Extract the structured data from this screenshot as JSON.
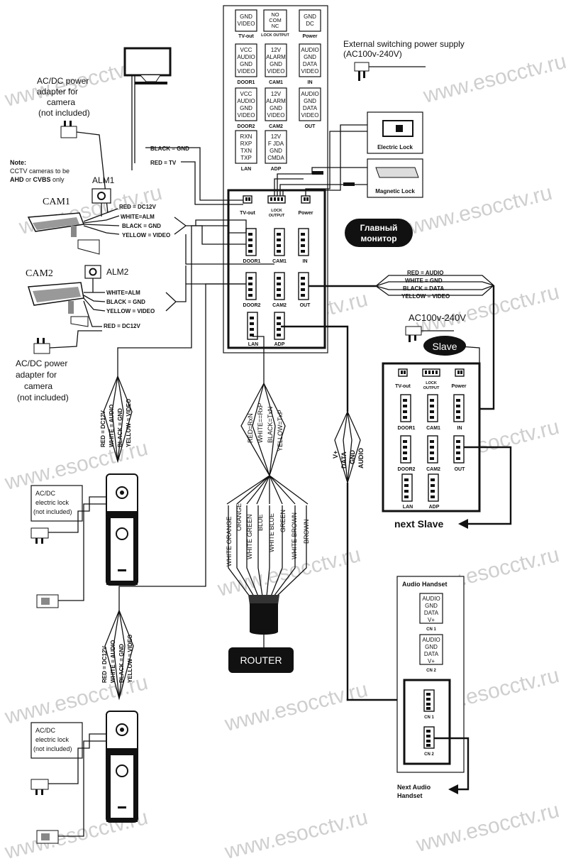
{
  "watermark": "www.esocctv.ru",
  "top_panel": {
    "blocks": [
      {
        "lines": [
          "GND",
          "VIDEO"
        ],
        "label": "TV-out"
      },
      {
        "lines": [
          "NO",
          "COM",
          "NC"
        ],
        "label": "LOCK OUTPUT"
      },
      {
        "lines": [
          "GND",
          "DC"
        ],
        "label": "Power"
      },
      {
        "lines": [
          "VCC",
          "AUDIO",
          "GND",
          "VIDEO"
        ],
        "label": "DOOR1"
      },
      {
        "lines": [
          "12V",
          "ALARM",
          "GND",
          "VIDEO"
        ],
        "label": "CAM1"
      },
      {
        "lines": [
          "AUDIO",
          "GND",
          "DATA",
          "VIDEO"
        ],
        "label": "IN"
      },
      {
        "lines": [
          "VCC",
          "AUDIO",
          "GND",
          "VIDEO"
        ],
        "label": "DOOR2"
      },
      {
        "lines": [
          "12V",
          "ALARM",
          "GND",
          "VIDEO"
        ],
        "label": "CAM2"
      },
      {
        "lines": [
          "AUDIO",
          "GND",
          "DATA",
          "VIDEO"
        ],
        "label": "OUT"
      },
      {
        "lines": [
          "RXN",
          "RXP",
          "TXN",
          "TXP"
        ],
        "label": "LAN"
      },
      {
        "lines": [
          "12V",
          "F JDA",
          "GND",
          "CMDA"
        ],
        "label": "ADP"
      }
    ]
  },
  "main_monitor": {
    "title_line1": "Главный",
    "title_line2": "монитор",
    "ports": {
      "tvout": "TV-out",
      "lock1": "LOCK",
      "lock2": "OUTPUT",
      "power": "Power",
      "door1": "DOOR1",
      "cam1": "CAM1",
      "in": "IN",
      "door2": "DOOR2",
      "cam2": "CAM2",
      "out": "OUT",
      "lan": "LAN",
      "adp": "ADP"
    }
  },
  "slave_monitor": {
    "title": "Slave",
    "ports": {
      "tvout": "TV-out",
      "lock1": "LOCK",
      "lock2": "OUTPUT",
      "power": "Power",
      "door1": "DOOR1",
      "cam1": "CAM1",
      "in": "IN",
      "door2": "DOOR2",
      "cam2": "CAM2",
      "out": "OUT",
      "lan": "LAN",
      "adp": "ADP"
    }
  },
  "texts": {
    "ext_power_1": "External switching power supply",
    "ext_power_2": "(AC100v-240V)",
    "acdc_cam_1": "AC/DC power",
    "acdc_cam_2": "adapter for",
    "acdc_cam_3": "camera",
    "acdc_cam_4": "(not included)",
    "note_title": "Note:",
    "note_line1": "CCTV cameras to be",
    "note_ahd": "AHD",
    "note_or": " or ",
    "note_cvbs": "CVBS",
    "note_only": " only",
    "black_gnd": "BLACK = GND",
    "red_tv": "RED = TV",
    "alm1": "ALM1",
    "cam1_label": "CAM1",
    "red_dc12v": "RED = DC12V",
    "white_alm": "WHITE=ALM",
    "black_gnd2": "BLACK = GND",
    "yellow_video": "YELLOW = VIDEO",
    "cam2_label": "CAM2",
    "alm2": "ALM2",
    "white_alm2": "WHITE=ALM",
    "black_gnd3": "BLACK = GND",
    "yellow_video2": "YELLOW = VIDEO",
    "red_dc12v2": "RED = DC12V",
    "acdc_cam2_1": "AC/DC power",
    "acdc_cam2_2": "adapter for",
    "acdc_cam2_3": "camera",
    "acdc_cam2_4": "(not included)",
    "electric_lock": "Electric Lock",
    "magnetic_lock": "Magnetic Lock",
    "red_audio": "RED = AUDIO",
    "white_gnd": "WHITE = GND",
    "black_data": "BLACK = DATA",
    "yellow_video3": "YELLOW = VIDEO",
    "ac100": "AC100v-240V",
    "next_slave": "next  Slave",
    "door_w1": "RED = DC12V",
    "door_w2": "WHITE = AUDIO",
    "door_w3": "BLACK = GND",
    "door_w4": "YELLOW = VIDEO",
    "door_w1b": "RED = DC12V",
    "door_w2b": "WHITE = AUDIO",
    "door_w3b": "BLACK = GND",
    "door_w4b": "YELLOW = VIDEO",
    "lock1_l1": "AC/DC",
    "lock1_l2": "electric lock",
    "lock1_l3": "(not included)",
    "lock2_l1": "AC/DC",
    "lock2_l2": "electric lock",
    "lock2_l3": "(not included)",
    "lan_w1": "RED=RxN",
    "lan_w2": "WHITE==RxP",
    "lan_w3": "BLACK=TxN",
    "lan_w4": "YELLOW=TxP",
    "rj_1": "WHITE ORANGE",
    "rj_2": "ORANGE",
    "rj_3": "WHITE GREEN",
    "rj_4": "BLUE",
    "rj_5": "WHITE BLUE",
    "rj_6": "GREEN",
    "rj_7": "WHITE BROWN",
    "rj_8": "BROWN",
    "router": "ROUTER",
    "adp_v": "V+",
    "adp_data": "DATA",
    "adp_gnd": "GND",
    "adp_audio": "AUDIO",
    "handset_title": "Audio Handset",
    "cn1_lines": "AUDIO GND DATA V+",
    "cn1": "CN 1",
    "cn2": "CN 2",
    "cn1b": "CN 1",
    "cn2b": "CN 2",
    "next_handset_1": "Next Audio",
    "next_handset_2": "Handset"
  }
}
